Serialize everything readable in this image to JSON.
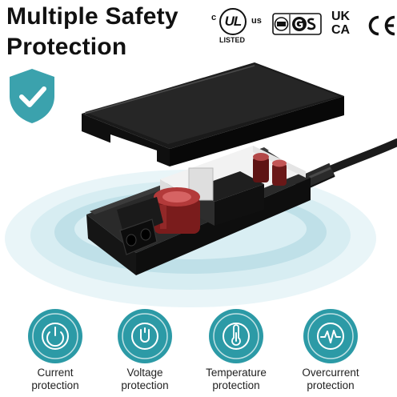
{
  "headline": {
    "line1": "Multiple Safety",
    "line2": "Protection"
  },
  "certifications": {
    "ul": {
      "left": "c",
      "mark": "UL",
      "right": "us",
      "sub": "LISTED"
    },
    "ukca": {
      "line1": "UK",
      "line2": "CA"
    },
    "tuv_gs_icon": "tuv-gs-mark-icon",
    "ce_icon": "ce-mark-icon"
  },
  "hero": {
    "shield_icon": "shield-check-icon",
    "product_image": "power-adapter-open-case-image"
  },
  "features": [
    {
      "icon": "power-icon",
      "line1": "Current",
      "line2": "protection"
    },
    {
      "icon": "voltage-u-icon",
      "line1": "Voltage",
      "line2": "protection"
    },
    {
      "icon": "thermometer-icon",
      "line1": "Temperature",
      "line2": "protection"
    },
    {
      "icon": "waveform-icon",
      "line1": "Overcurrent",
      "line2": "protection"
    }
  ],
  "colors": {
    "accent": "#2c9aa6",
    "shield": "#3ba2ad",
    "glow": "#cfe9ef",
    "text": "#111111"
  }
}
